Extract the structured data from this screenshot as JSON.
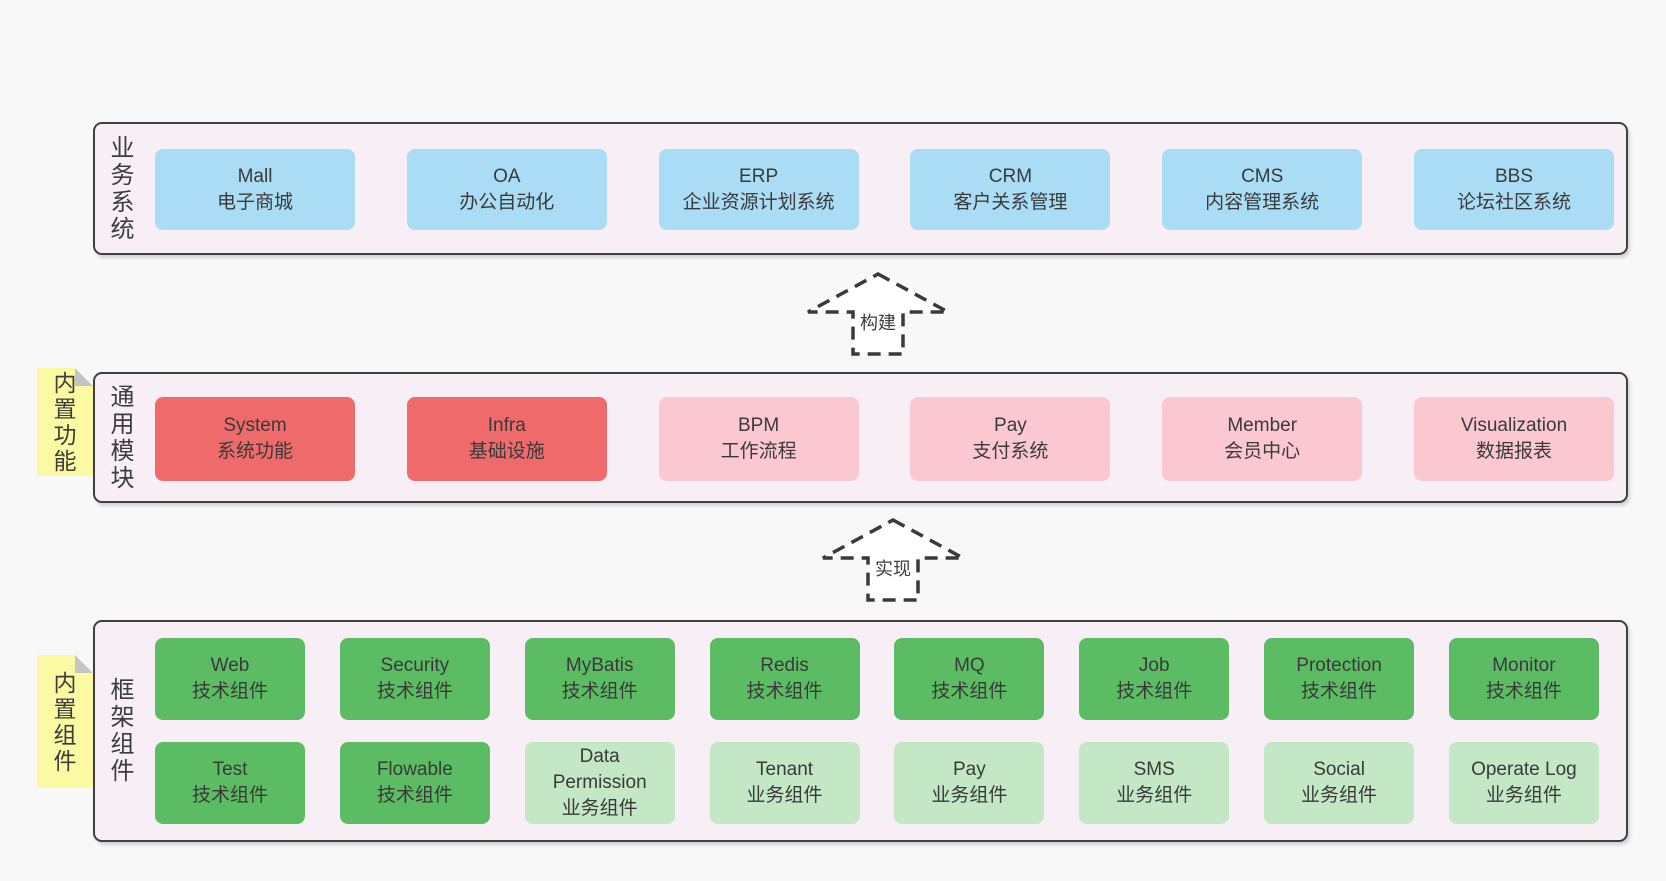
{
  "diagram": {
    "colors": {
      "page_bg": "#f8f8f8",
      "panel_fill": "#f8eef6",
      "blue": "#aaddf5",
      "red": "#ef6b6b",
      "pink": "#fbc8d2",
      "green": "#5cbc64",
      "green_light": "#c4e7c5",
      "note_yellow": "#fbfaa2"
    },
    "sections": [
      {
        "id": "business-systems",
        "side_label": "业务系统",
        "note": null,
        "rows": [
          [
            {
              "name": "Mall",
              "desc": "电子商城",
              "variant": "blue"
            },
            {
              "name": "OA",
              "desc": "办公自动化",
              "variant": "blue"
            },
            {
              "name": "ERP",
              "desc": "企业资源计划系统",
              "variant": "blue"
            },
            {
              "name": "CRM",
              "desc": "客户关系管理",
              "variant": "blue"
            },
            {
              "name": "CMS",
              "desc": "内容管理系统",
              "variant": "blue"
            },
            {
              "name": "BBS",
              "desc": "论坛社区系统",
              "variant": "blue"
            }
          ]
        ]
      },
      {
        "id": "common-modules",
        "side_label": "通用模块",
        "note": "内置功能",
        "rows": [
          [
            {
              "name": "System",
              "desc": "系统功能",
              "variant": "red"
            },
            {
              "name": "Infra",
              "desc": "基础设施",
              "variant": "red"
            },
            {
              "name": "BPM",
              "desc": "工作流程",
              "variant": "pink"
            },
            {
              "name": "Pay",
              "desc": "支付系统",
              "variant": "pink"
            },
            {
              "name": "Member",
              "desc": "会员中心",
              "variant": "pink"
            },
            {
              "name": "Visualization",
              "desc": "数据报表",
              "variant": "pink"
            }
          ]
        ]
      },
      {
        "id": "framework-components",
        "side_label": "框架组件",
        "note": "内置组件",
        "rows": [
          [
            {
              "name": "Web",
              "desc": "技术组件",
              "variant": "green"
            },
            {
              "name": "Security",
              "desc": "技术组件",
              "variant": "green"
            },
            {
              "name": "MyBatis",
              "desc": "技术组件",
              "variant": "green"
            },
            {
              "name": "Redis",
              "desc": "技术组件",
              "variant": "green"
            },
            {
              "name": "MQ",
              "desc": "技术组件",
              "variant": "green"
            },
            {
              "name": "Job",
              "desc": "技术组件",
              "variant": "green"
            },
            {
              "name": "Protection",
              "desc": "技术组件",
              "variant": "green"
            },
            {
              "name": "Monitor",
              "desc": "技术组件",
              "variant": "green"
            }
          ],
          [
            {
              "name": "Test",
              "desc": "技术组件",
              "variant": "green"
            },
            {
              "name": "Flowable",
              "desc": "技术组件",
              "variant": "green"
            },
            {
              "name": "Data Permission",
              "desc": "业务组件",
              "variant": "green-light"
            },
            {
              "name": "Tenant",
              "desc": "业务组件",
              "variant": "green-light"
            },
            {
              "name": "Pay",
              "desc": "业务组件",
              "variant": "green-light"
            },
            {
              "name": "SMS",
              "desc": "业务组件",
              "variant": "green-light"
            },
            {
              "name": "Social",
              "desc": "业务组件",
              "variant": "green-light"
            },
            {
              "name": "Operate Log",
              "desc": "业务组件",
              "variant": "green-light"
            }
          ]
        ]
      }
    ],
    "arrows": [
      {
        "label": "构建"
      },
      {
        "label": "实现"
      }
    ]
  }
}
